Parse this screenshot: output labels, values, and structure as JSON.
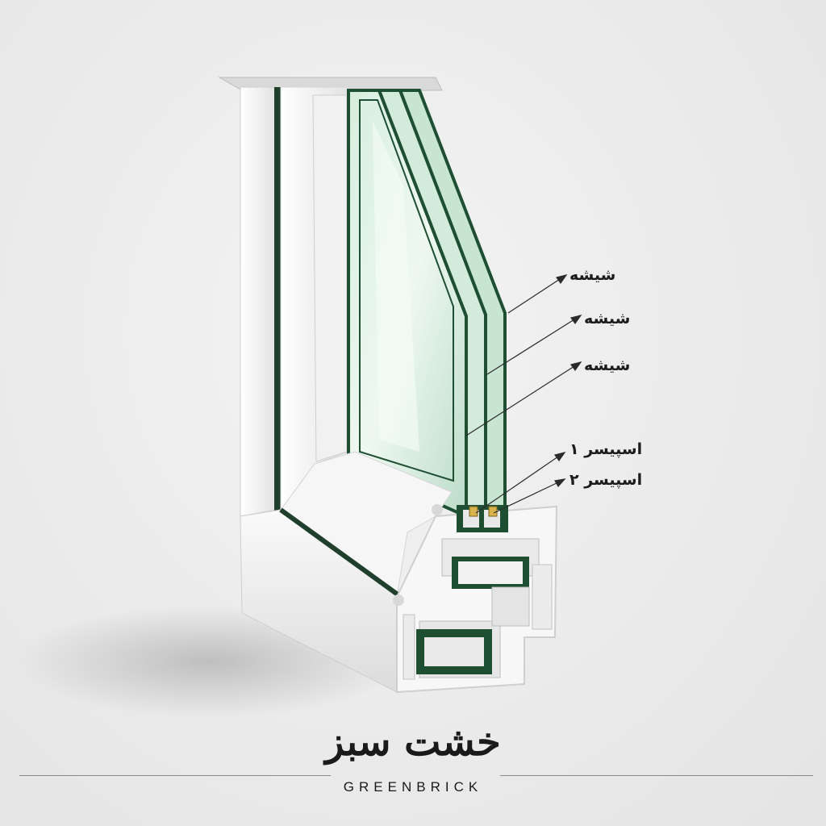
{
  "labels": {
    "glass_1": "شیشه",
    "glass_2": "شیشه",
    "glass_3": "شیشه",
    "spacer_1": "اسپیسر ۱",
    "spacer_2": "اسپیسر ۲"
  },
  "brand": {
    "name_fa": "خشت سبز",
    "name_en": "GREENBRICK"
  },
  "colors": {
    "background": "#ebebeb",
    "profile_white": "#f4f4f4",
    "glass_green": "#1f4f33",
    "glass_tint": "#cfe9d8",
    "spacer_gold": "#d8b24a"
  }
}
